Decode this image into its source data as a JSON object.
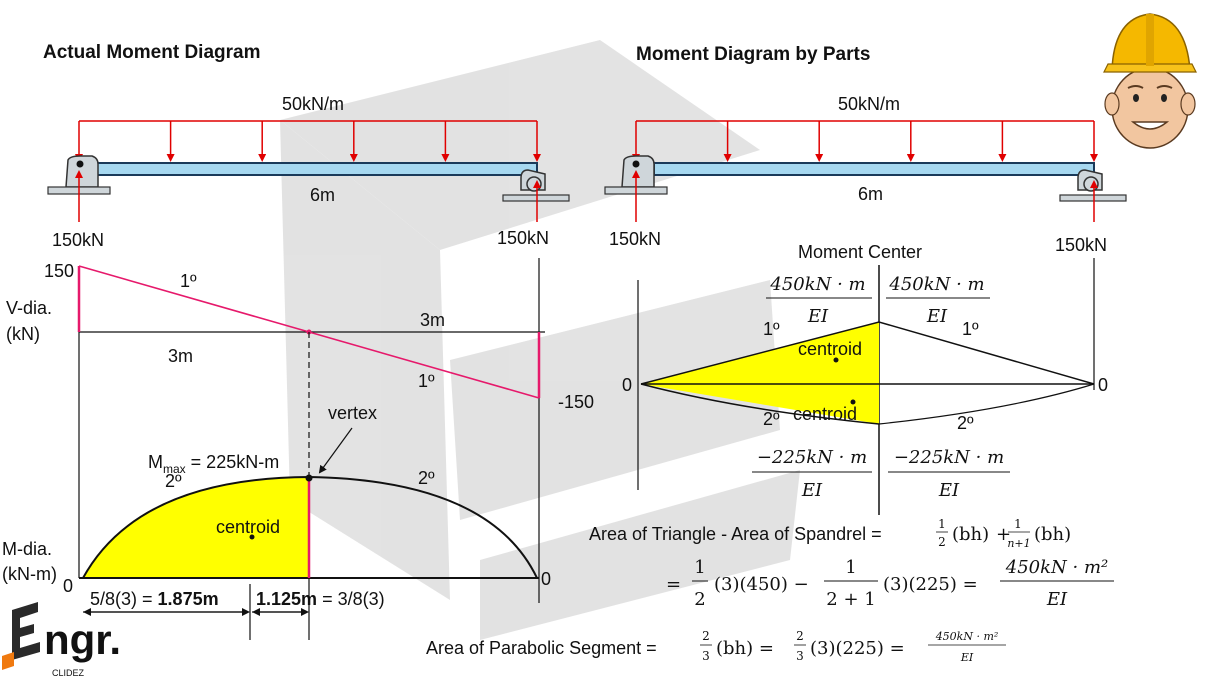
{
  "titles": {
    "left": "Actual Moment Diagram",
    "right": "Moment Diagram by Parts"
  },
  "beam": {
    "load": "50kN/m",
    "span": "6m",
    "reaction_left": "150kN",
    "reaction_right": "150kN"
  },
  "shear": {
    "axis_label_line1": "V-dia.",
    "axis_label_line2": "(kN)",
    "max_value": "150",
    "min_value": "-150",
    "degree_top": "1º",
    "degree_bottom": "1º",
    "left_length": "3m",
    "right_length": "3m"
  },
  "moment": {
    "axis_label_line1": "M-dia.",
    "axis_label_line2": "(kN-m)",
    "zero_left": "0",
    "zero_right": "0",
    "vertex": "vertex",
    "mmax_prefix": "M",
    "mmax_sub": "max",
    "mmax_value": " = 225kN-m",
    "degree_left": "2º",
    "degree_right": "2º",
    "centroid": "centroid",
    "dim_left_prefix": "5/8(3) = ",
    "dim_left_bold": "1.875m",
    "dim_right_bold": "1.125m",
    "dim_right_suffix": " = 3/8(3)",
    "colors": {
      "fill": "#ffff00",
      "shear_line": "#e6196b",
      "load": "#e00000",
      "beam": "#a6d8f0"
    }
  },
  "parts": {
    "moment_center": "Moment Center",
    "top_num": "450kN · m",
    "top_den": "EI",
    "bot_num": "−225kN · m",
    "bot_den": "EI",
    "degree_top_left": "1º",
    "degree_top_right": "1º",
    "degree_bottom_left": "2º",
    "degree_bottom_right": "2º",
    "centroid_top": "centroid",
    "centroid_bottom": "centroid",
    "zero_left": "0",
    "zero_right": "0"
  },
  "formulas": {
    "area_label": "Area of Triangle - Area of Spandrel =",
    "half": "1",
    "two": "2",
    "bh": "(bh)",
    "plus": "+",
    "one": "1",
    "n_plus_1": "n+1",
    "equals": "=",
    "line2_a": "(3)(450) −",
    "line2_b": "(3)(225) =",
    "two_plus_one": "2 + 1",
    "result_num": "450kN · m²",
    "result_den": "EI",
    "parabolic_label": "Area of Parabolic Segment =",
    "frac_num": "2",
    "frac_den": "3",
    "parabolic_mid": "(bh) =",
    "parabolic_vals": "(3)(225) ="
  },
  "logo": {
    "text": "ngr.",
    "sub": "CLIDEZ"
  },
  "icons": [
    "pin-support-icon",
    "roller-support-icon",
    "engineer-mascot-icon"
  ]
}
